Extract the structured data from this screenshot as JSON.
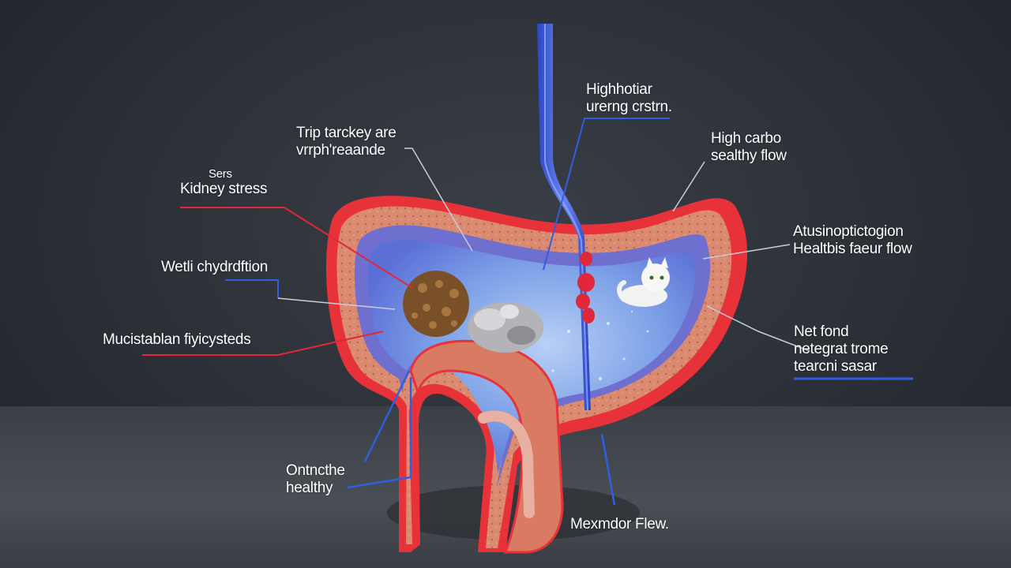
{
  "labels": {
    "kidney_stress": {
      "line1": "Sers",
      "line2": "Kidney stress"
    },
    "trip_tarckey": {
      "line1": "Trip tarckey are",
      "line2": "vrrph'reaande"
    },
    "highhotiar": {
      "line1": "Highhotiar",
      "line2": "urerng crstrn."
    },
    "high_carbo": {
      "line1": "High carbo",
      "line2": "sealthy flow"
    },
    "atusinoptic": {
      "line1": "Atusinoptictogion",
      "line2": "Healtbis faeur flow"
    },
    "wetli": {
      "line1": "Wetli chydrdftion"
    },
    "mucistablan": {
      "line1": "Mucistablan fiyicysteds"
    },
    "net_fond": {
      "line1": "Net fond",
      "line2": "netegrat trome",
      "line3": "tearcni sasar"
    },
    "ontncthe": {
      "line1": "Ontncthe",
      "line2": "healthy"
    },
    "mexmdor": {
      "line1": "Mexmdor Flew."
    }
  },
  "colors": {
    "background": "#2d3138",
    "outer_wall_red": "#e8323a",
    "muscle_wall": "#d9806a",
    "inner_lining_purple": "#6f6fd0",
    "lumen_blue": "#7fa3e8",
    "vessel_blue": "#3e5fd8",
    "pointer_red": "#e0283a",
    "pointer_blue": "#2f5ee0",
    "food_brown": "#6e4a24"
  }
}
